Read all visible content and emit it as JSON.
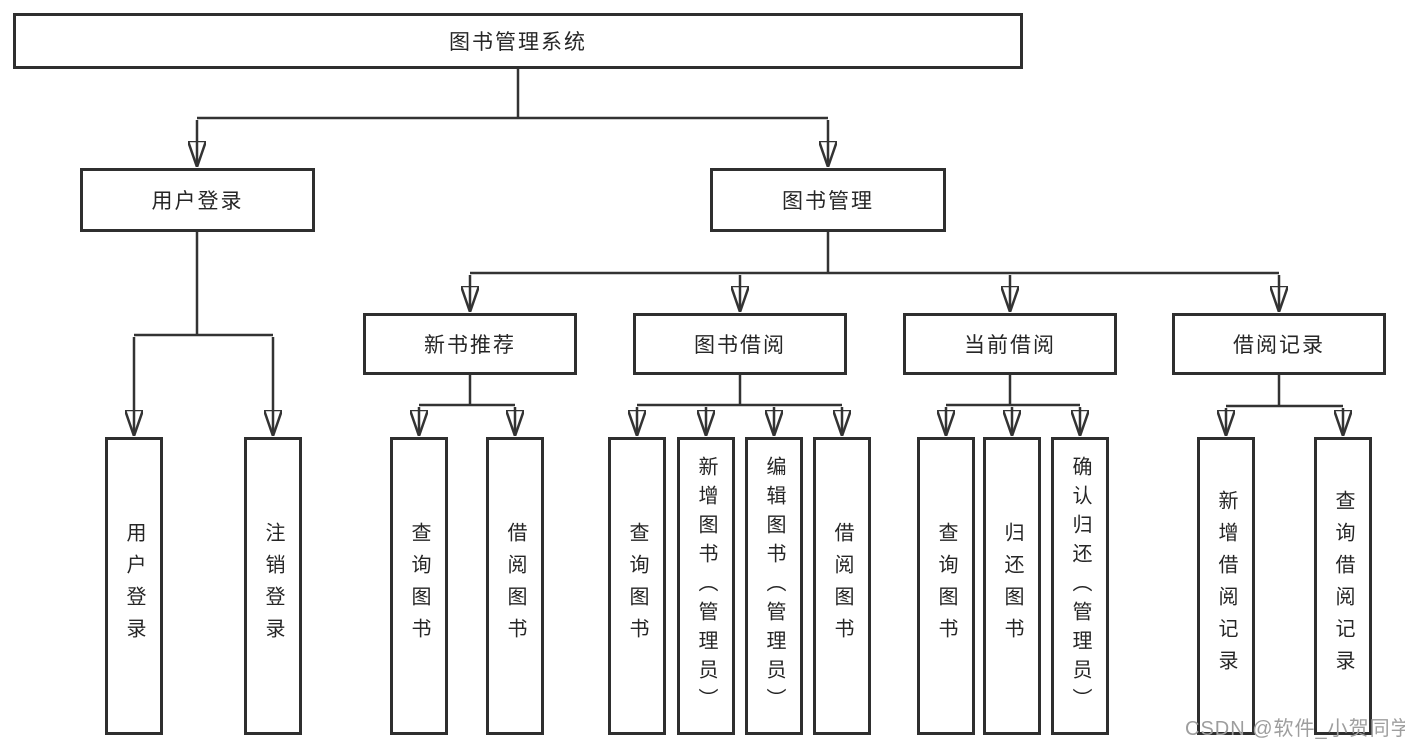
{
  "diagram": {
    "root": {
      "label": "图书管理系统",
      "children": [
        {
          "label": "用户登录",
          "children": [
            {
              "label": "用户登录"
            },
            {
              "label": "注销登录"
            }
          ]
        },
        {
          "label": "图书管理",
          "children": [
            {
              "label": "新书推荐",
              "children": [
                {
                  "label": "查询图书"
                },
                {
                  "label": "借阅图书"
                }
              ]
            },
            {
              "label": "图书借阅",
              "children": [
                {
                  "label": "查询图书"
                },
                {
                  "label": "新增图书（管理员）"
                },
                {
                  "label": "编辑图书（管理员）"
                },
                {
                  "label": "借阅图书"
                }
              ]
            },
            {
              "label": "当前借阅",
              "children": [
                {
                  "label": "查询图书"
                },
                {
                  "label": "归还图书"
                },
                {
                  "label": "确认归还（管理员）"
                }
              ]
            },
            {
              "label": "借阅记录",
              "children": [
                {
                  "label": "新增借阅记录"
                },
                {
                  "label": "查询借阅记录"
                }
              ]
            }
          ]
        }
      ]
    }
  },
  "watermark": {
    "text": "CSDN @软件_小贺同学"
  },
  "colors": {
    "line": "#333333",
    "border": "#2f2f2f",
    "text": "#262626",
    "watermark": "#9e9e9e",
    "background": "#ffffff"
  }
}
